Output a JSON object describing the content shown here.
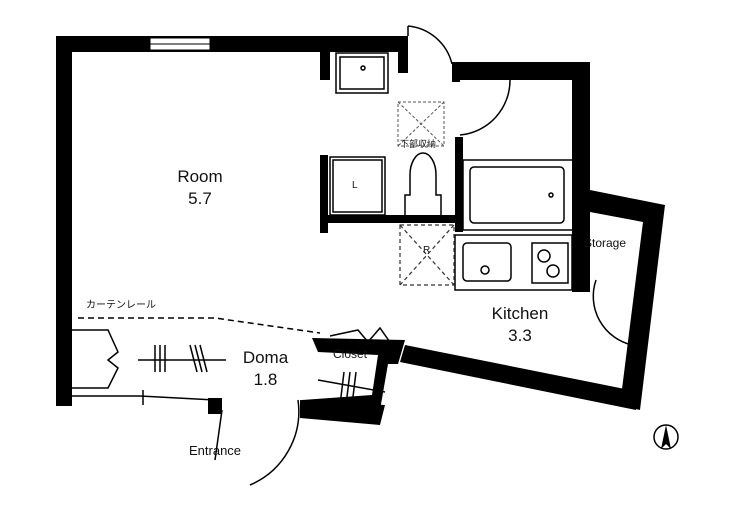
{
  "rooms": {
    "room": {
      "name": "Room",
      "size": "5.7"
    },
    "kitchen": {
      "name": "Kitchen",
      "size": "3.3"
    },
    "doma": {
      "name": "Doma",
      "size": "1.8"
    }
  },
  "labels": {
    "storage": "Storage",
    "closet": "Closet",
    "entrance": "Entrance",
    "curtain_rail": "カーテンレール",
    "underfloor_storage": "下部収納",
    "laundry": "L",
    "refrigerator": "R"
  },
  "compass_icon": "north-arrow-icon"
}
